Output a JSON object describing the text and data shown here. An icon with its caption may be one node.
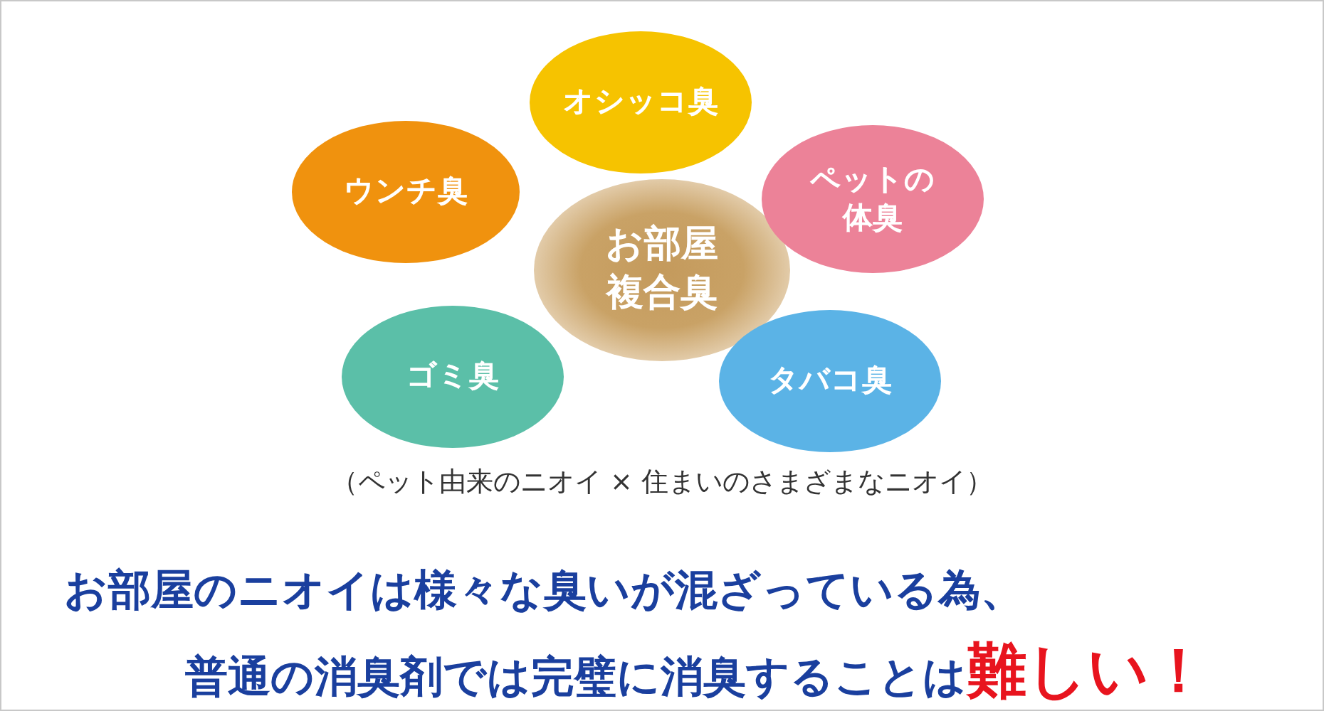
{
  "diagram": {
    "nodes": [
      {
        "text": [
          "お部屋複合臭"
        ]
      },
      {
        "text": [
          "オシッコ臭"
        ]
      },
      {
        "text": [
          "ウンチ臭"
        ]
      },
      {
        "text": [
          "ペットの体臭"
        ]
      },
      {
        "text": [
          "ゴミ臭"
        ]
      },
      {
        "text": [
          "タバコ臭"
        ]
      }
    ],
    "labels": [
      "（ペット由来のニオイ × 住まいのさまざまなニオイ）",
      "お部屋のニオイは様々な臭いが混ざっている為、普通の消臭剤では完璧に消臭することは**難しい！**"
    ]
  }
}
